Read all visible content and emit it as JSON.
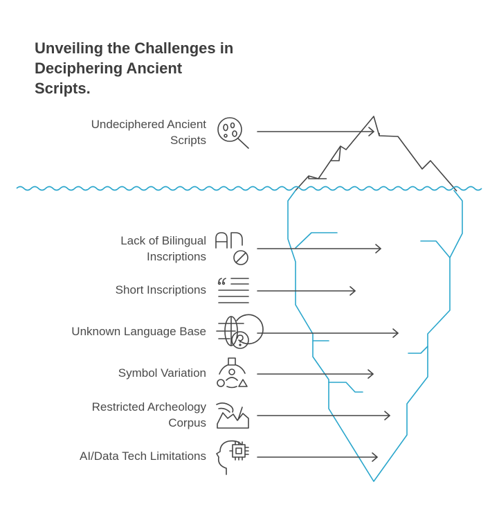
{
  "title": "Unveiling the Challenges in\nDeciphering Ancient\nScripts.",
  "items": [
    {
      "label": "Undeciphered Ancient\nScripts",
      "icon": "magnifier-glyphs-icon"
    },
    {
      "label": "Lack of Bilingual\nInscriptions",
      "icon": "letters-blocked-icon"
    },
    {
      "label": "Short Inscriptions",
      "icon": "quote-lines-icon"
    },
    {
      "label": "Unknown Language Base",
      "icon": "globe-question-icon"
    },
    {
      "label": "Symbol Variation",
      "icon": "shapes-person-icon"
    },
    {
      "label": "Restricted Archeology\nCorpus",
      "icon": "dig-site-icon"
    },
    {
      "label": "AI/Data Tech Limitations",
      "icon": "head-chip-icon"
    }
  ],
  "colors": {
    "water": "#2aa6cc",
    "ink": "#444444",
    "title": "#3d3d3d"
  }
}
